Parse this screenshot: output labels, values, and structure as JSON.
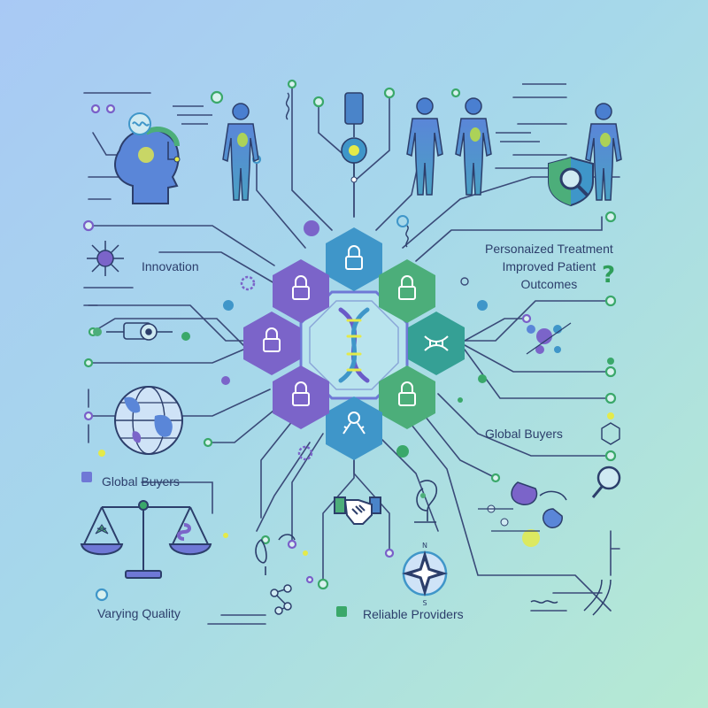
{
  "labels": {
    "personalized_line1": "Personaized Treatment",
    "personalized_line2": "Improved Patient",
    "personalized_line3": "Outcomes",
    "innovation": "Innovation",
    "global_buyers_right": "Global Buyers",
    "global_buyers_left": "Global Buyers",
    "varying_quality": "Varying Quality",
    "reliable_providers": "Reliable Providers"
  },
  "colors": {
    "purple": "#7b64c9",
    "blue": "#3f96c9",
    "green": "#4cae7a",
    "teal": "#35a095",
    "line": "#3a4a78",
    "accent_yellow": "#e4ea4a"
  },
  "hexagons": [
    {
      "name": "hex-top",
      "color": "blue",
      "icon": "lock-icon"
    },
    {
      "name": "hex-top-right",
      "color": "green",
      "icon": "lock-icon"
    },
    {
      "name": "hex-right",
      "color": "teal",
      "icon": "dna-icon"
    },
    {
      "name": "hex-bottom-right",
      "color": "green",
      "icon": "lock-icon"
    },
    {
      "name": "hex-bottom",
      "color": "blue",
      "icon": "key-icon"
    },
    {
      "name": "hex-bottom-left",
      "color": "purple",
      "icon": "lock-icon"
    },
    {
      "name": "hex-left",
      "color": "purple",
      "icon": "lock-icon"
    },
    {
      "name": "hex-top-left",
      "color": "purple",
      "icon": "lock-icon"
    }
  ],
  "icons": [
    "head-profile-icon",
    "human-body-icon",
    "test-tube-icon",
    "shield-magnifier-icon",
    "globe-icon",
    "balance-scale-icon",
    "handshake-icon",
    "compass-icon",
    "dna-icon",
    "magnifier-icon",
    "microscope-icon"
  ]
}
